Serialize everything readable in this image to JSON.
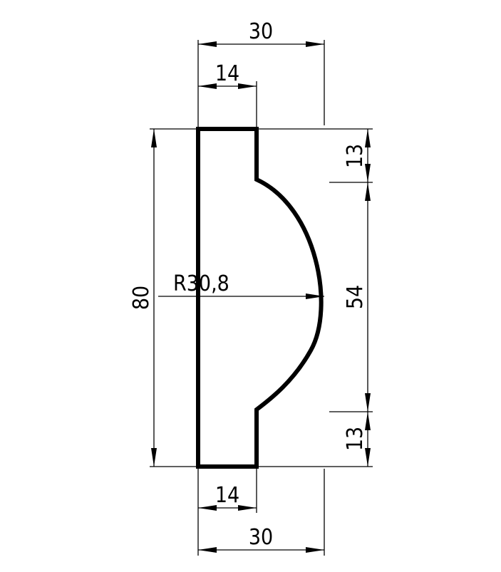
{
  "drawing": {
    "dimensions": {
      "top_overall_width": "30",
      "top_tab_width": "14",
      "left_overall_height": "80",
      "right_top_segment": "13",
      "right_middle_segment": "54",
      "right_bottom_segment": "13",
      "bottom_tab_width": "14",
      "bottom_overall_width": "30",
      "arc_radius": "R30,8"
    }
  }
}
